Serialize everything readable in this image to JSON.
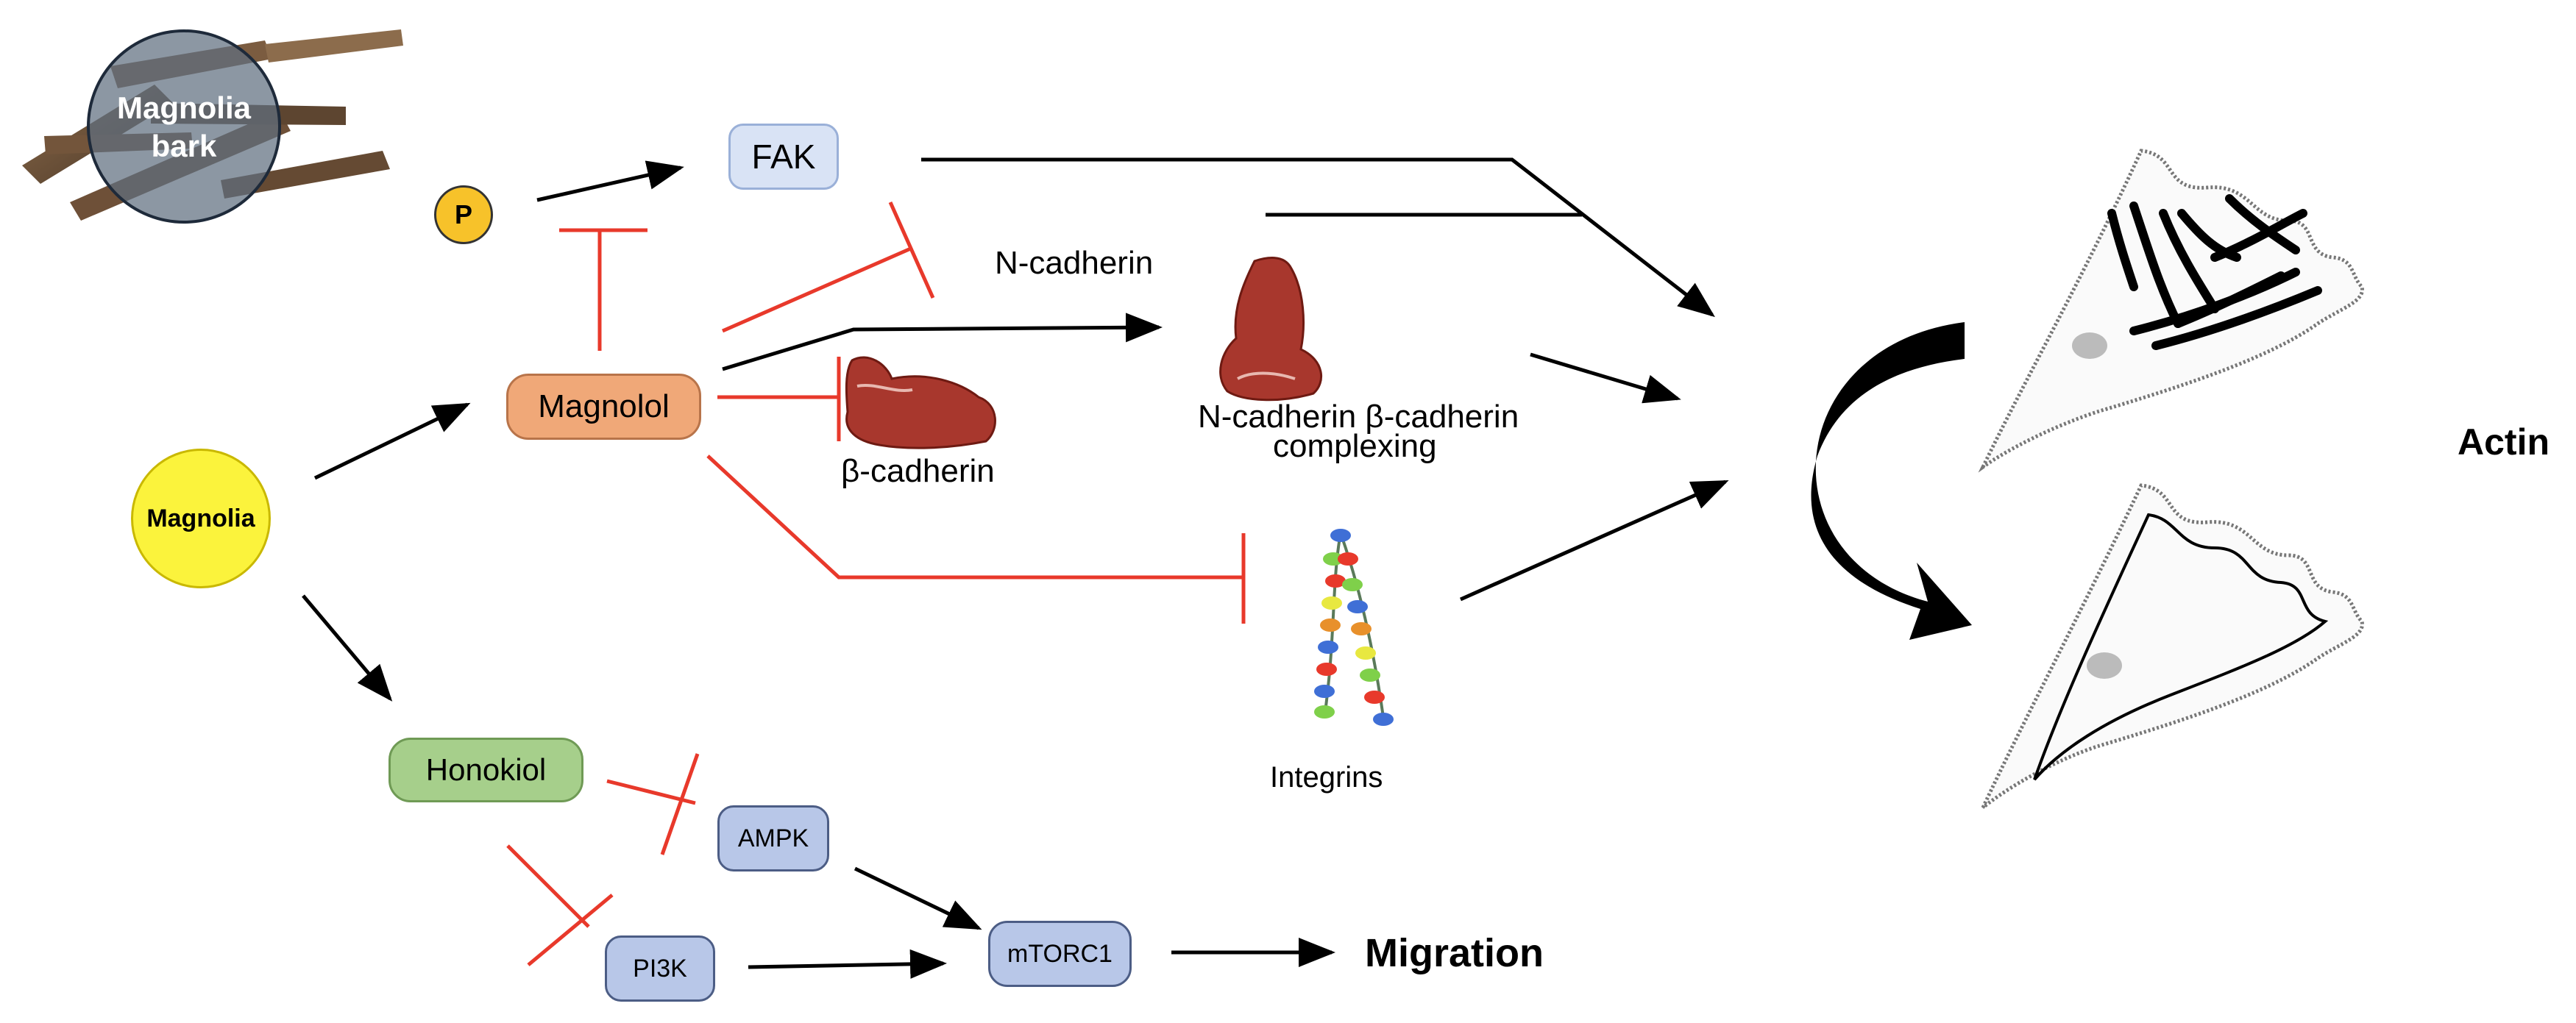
{
  "nodes": {
    "magnolia_bark": "Magnolia\nbark",
    "phospho": "P",
    "fak": "FAK",
    "magnolol": "Magnolol",
    "magnolia": "Magnolia",
    "honokiol": "Honokiol",
    "ampk": "AMPK",
    "pi3k": "PI3K",
    "mtorc1": "mTORC1"
  },
  "labels": {
    "n_cadherin": "N-cadherin",
    "beta_cadherin": "β-cadherin",
    "complex_line1": "N-cadherin β-cadherin",
    "complex_line2": "complexing",
    "integrins": "Integrins",
    "migration": "Migration",
    "actin": "Actin"
  },
  "colors": {
    "activation_arrow": "#000000",
    "inhibition_line": "#e8392b",
    "magnolia_fill": "#fbf33c",
    "magnolol_fill": "#f0a878",
    "honokiol_fill": "#a6cf8b",
    "kinase_fill": "#b8c7e8",
    "fak_fill": "#d9e3f5",
    "phospho_fill": "#f7c22a",
    "cadherin_fill": "#a8372d"
  }
}
